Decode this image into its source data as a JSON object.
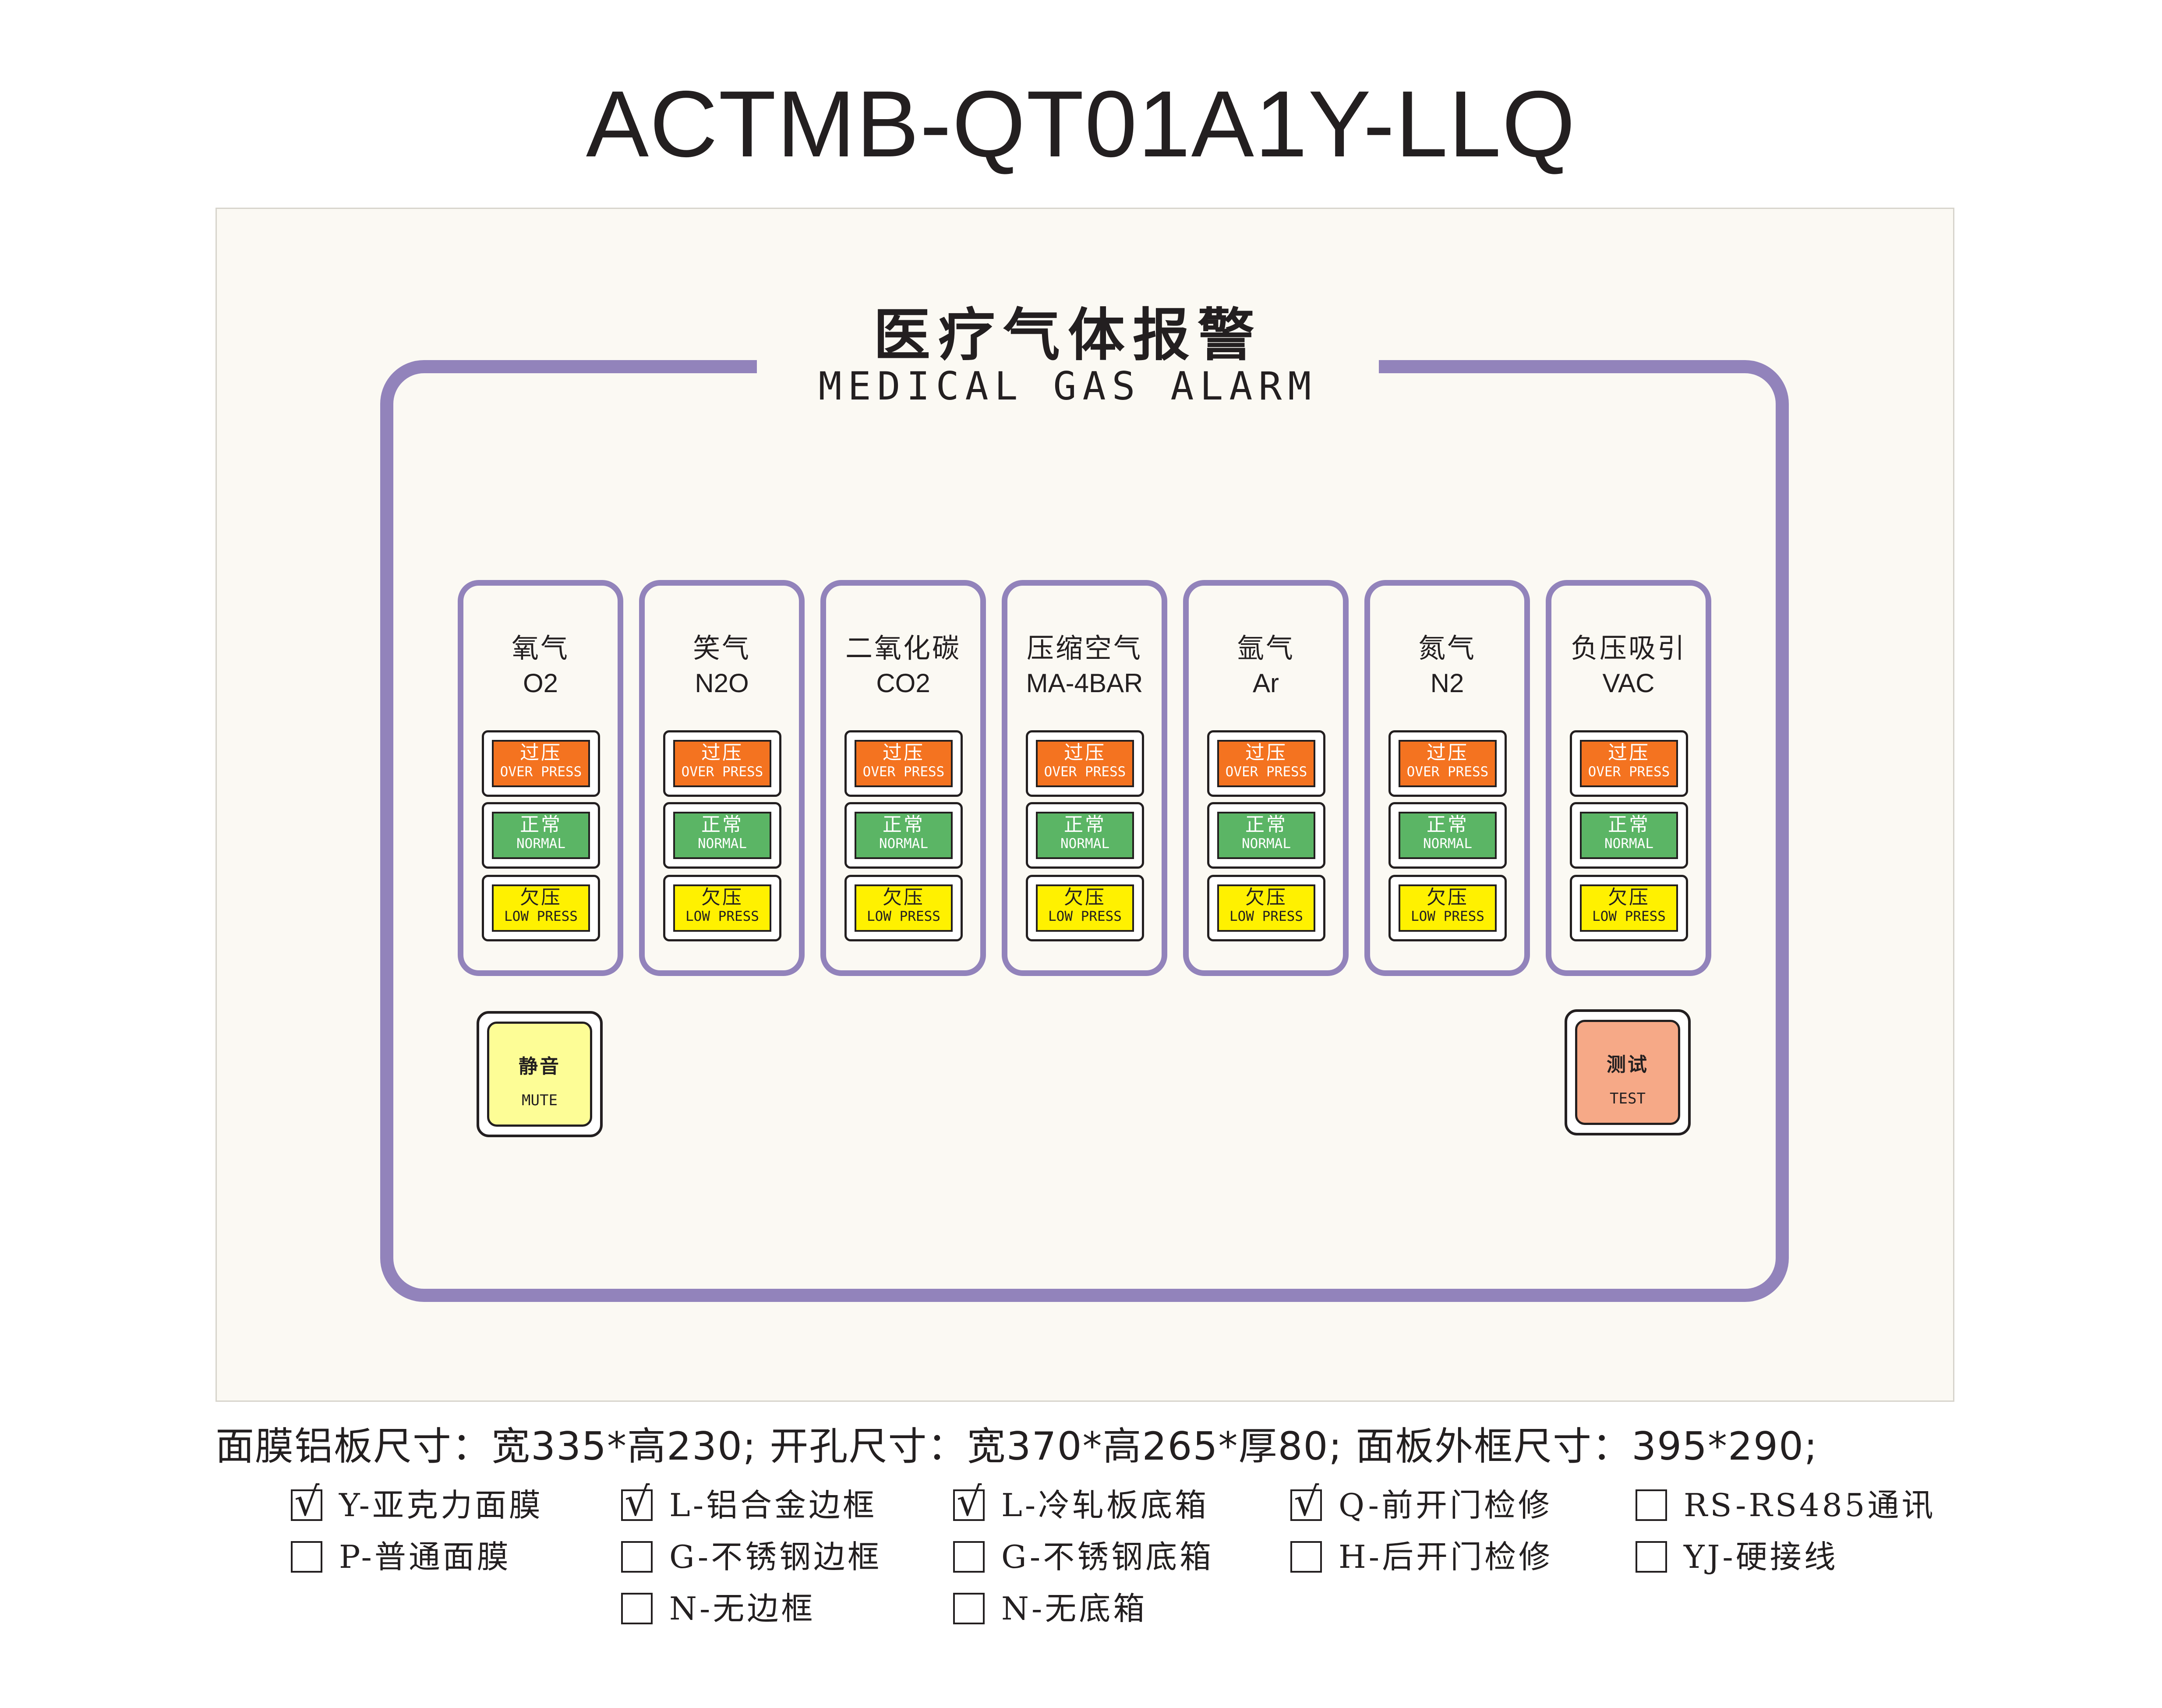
{
  "model": "ACTMB-QT01A1Y-LLQ",
  "panel": {
    "title_cn": "医疗气体报警",
    "title_en": "MEDICAL GAS ALARM",
    "indicator_labels": {
      "over": {
        "cn": "过压",
        "en": "OVER PRESS"
      },
      "normal": {
        "cn": "正常",
        "en": "NORMAL"
      },
      "low": {
        "cn": "欠压",
        "en": "LOW PRESS"
      }
    },
    "gases": [
      {
        "name": "氧气",
        "formula": "O2"
      },
      {
        "name": "笑气",
        "formula": "N2O"
      },
      {
        "name": "二氧化碳",
        "formula": "CO2"
      },
      {
        "name": "压缩空气",
        "formula": "MA-4BAR"
      },
      {
        "name": "氩气",
        "formula": "Ar"
      },
      {
        "name": "氮气",
        "formula": "N2"
      },
      {
        "name": "负压吸引",
        "formula": "VAC"
      }
    ],
    "mute_button": {
      "cn": "静音",
      "en": "MUTE"
    },
    "test_button": {
      "cn": "测试",
      "en": "TEST"
    }
  },
  "colors": {
    "frame": "#9283bb",
    "over": "#f47320",
    "normal": "#5bb565",
    "low": "#fff100",
    "mute": "#fdfd96",
    "test": "#f6a987"
  },
  "spec": "面膜铝板尺寸：宽335*高230; 开孔尺寸：宽370*高265*厚80; 面板外框尺寸：395*290;",
  "options": [
    {
      "label": "Y-亚克力面膜",
      "checked": true
    },
    {
      "label": "P-普通面膜",
      "checked": false
    },
    {
      "label": "L-铝合金边框",
      "checked": true
    },
    {
      "label": "G-不锈钢边框",
      "checked": false
    },
    {
      "label": "N-无边框",
      "checked": false
    },
    {
      "label": "L-冷轧板底箱",
      "checked": true
    },
    {
      "label": "G-不锈钢底箱",
      "checked": false
    },
    {
      "label": "N-无底箱",
      "checked": false
    },
    {
      "label": "Q-前开门检修",
      "checked": true
    },
    {
      "label": "H-后开门检修",
      "checked": false
    },
    {
      "label": "RS-RS485通讯",
      "checked": false
    },
    {
      "label": "YJ-硬接线",
      "checked": false
    }
  ],
  "check_symbol": "√"
}
